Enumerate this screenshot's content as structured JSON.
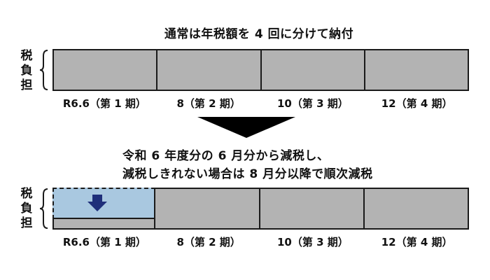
{
  "top_section": {
    "title": "通常は年税額を 4 回に分けて納付",
    "side_label": [
      "税",
      "負",
      "担"
    ],
    "periods": [
      "R6.6（第 1 期）",
      "8（第 2 期）",
      "10（第 3 期）",
      "12（第 4 期）"
    ]
  },
  "middle": {
    "line1": "令和 6 年度分の 6 月分から減税し、",
    "line2": "減税しきれない場合は 8 月分以降で順次減税"
  },
  "bottom_section": {
    "side_label": [
      "税",
      "負",
      "担"
    ],
    "periods": [
      "R6.6（第 1 期）",
      "8（第 2 期）",
      "10（第 3 期）",
      "12（第 4 期）"
    ]
  },
  "colors": {
    "bar_fill": "#b3b3b3",
    "reduced_fill": "#a9c8e0",
    "arrow_fill": "#1f2f7a",
    "border": "#1a1a1a"
  },
  "icons": {
    "transition": "down-triangle-arrow",
    "reduction": "down-arrow-icon"
  }
}
